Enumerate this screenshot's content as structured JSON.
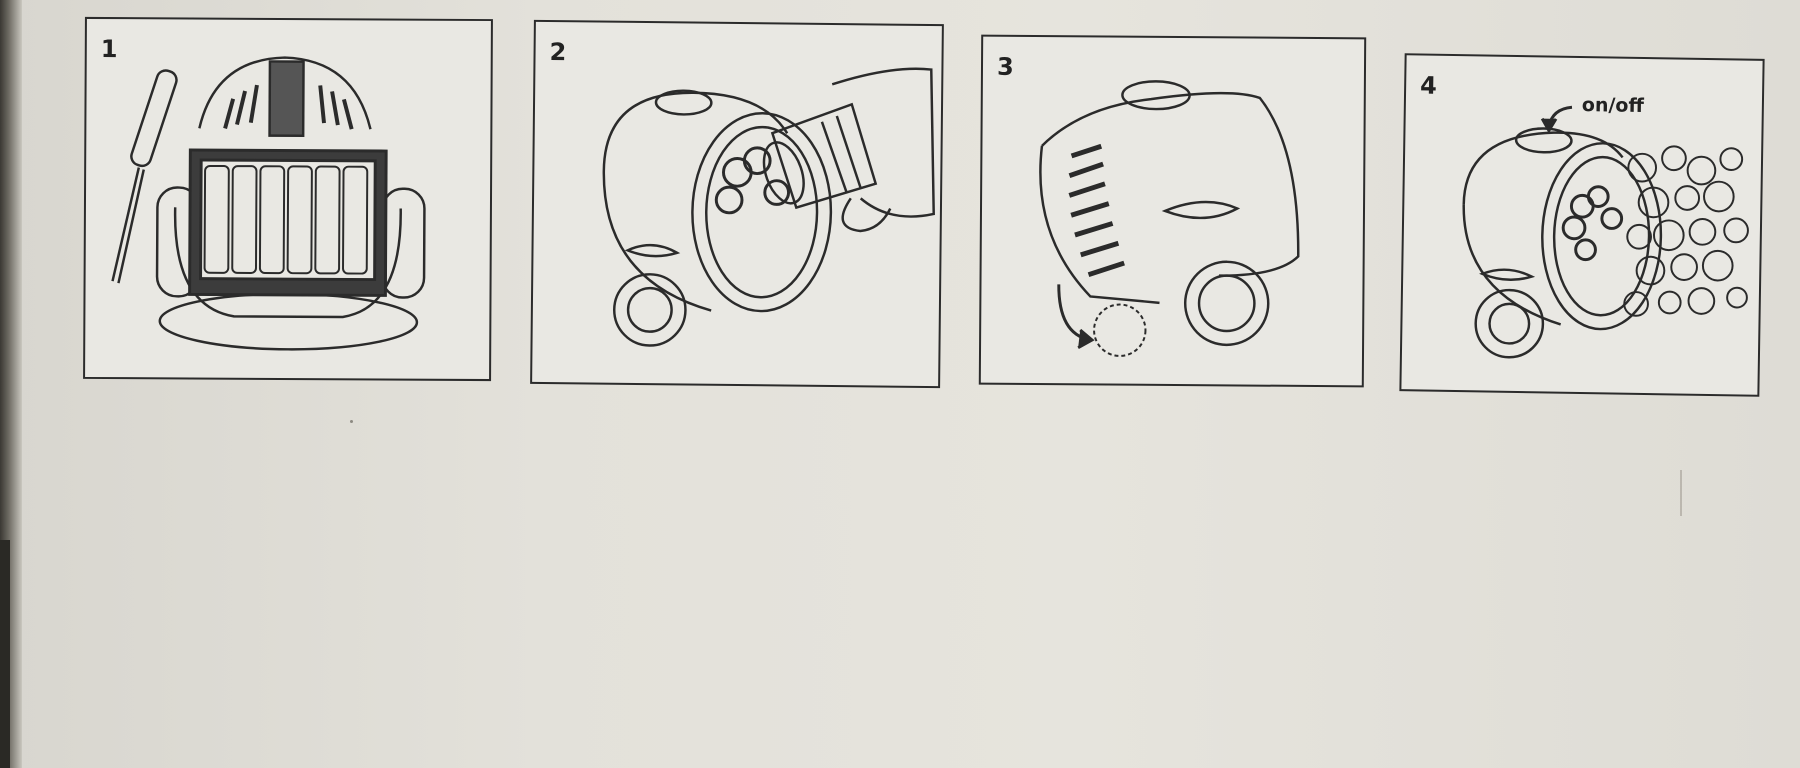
{
  "steps": [
    {
      "number": "1",
      "icons": [
        "screwdriver-icon",
        "battery-compartment-icon",
        "battery-icon"
      ]
    },
    {
      "number": "2",
      "icons": [
        "bubble-machine-icon",
        "bubble-solution-bottle-icon",
        "hand-icon"
      ]
    },
    {
      "number": "3",
      "icons": [
        "bubble-machine-icon",
        "curved-arrow-icon",
        "bubble-wand-icon"
      ]
    },
    {
      "number": "4",
      "label": "on/off",
      "icons": [
        "bubble-machine-icon",
        "curved-arrow-icon",
        "bubbles-icon"
      ]
    }
  ],
  "colors": {
    "background": "#e3e1da",
    "line": "#2b2b2b",
    "panel": "#e9e8e3"
  }
}
